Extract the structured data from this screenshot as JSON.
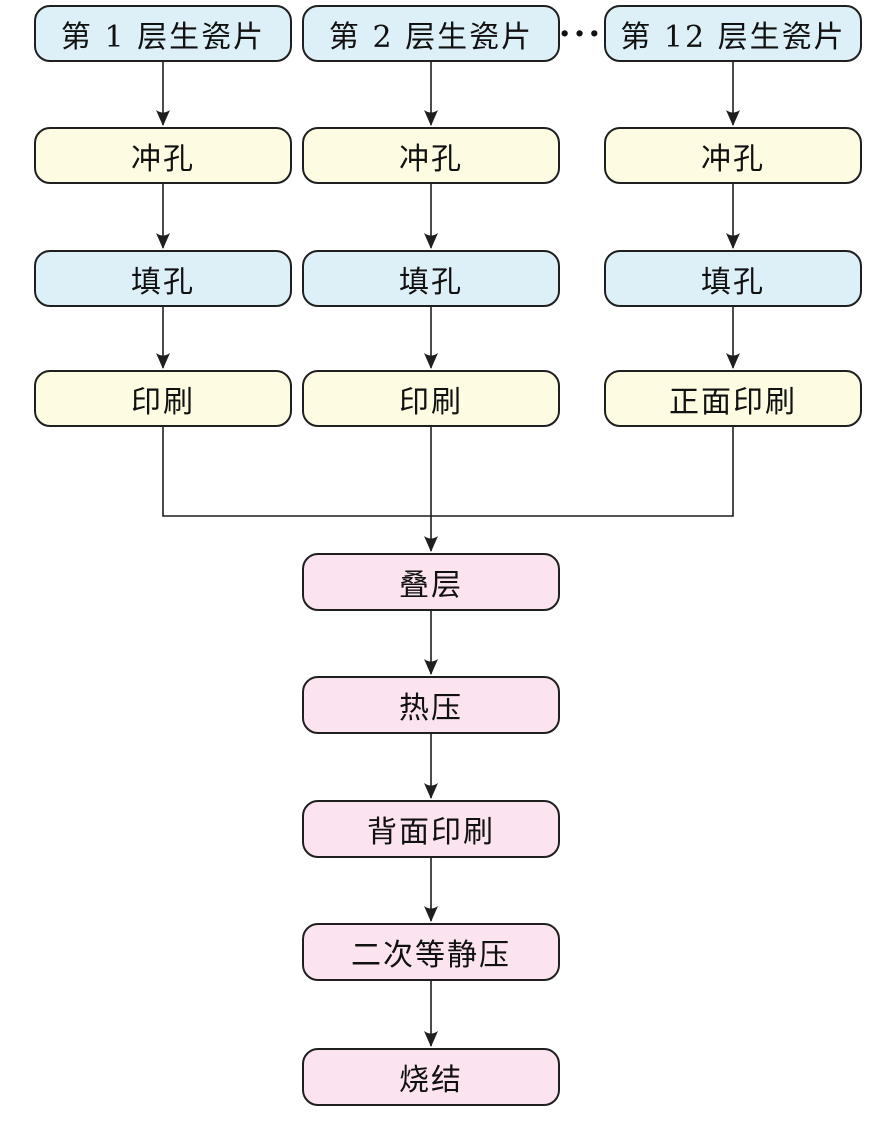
{
  "diagram": {
    "columns": [
      {
        "source": "第 1 层生瓷片",
        "steps": [
          "冲孔",
          "填孔",
          "印刷"
        ]
      },
      {
        "source": "第 2 层生瓷片",
        "steps": [
          "冲孔",
          "填孔",
          "印刷"
        ]
      },
      {
        "source": "第 12 层生瓷片",
        "steps": [
          "冲孔",
          "填孔",
          "正面印刷"
        ]
      }
    ],
    "ellipsis": "···",
    "chain": [
      "叠层",
      "热压",
      "背面印刷",
      "二次等静压",
      "烧结"
    ],
    "colors": {
      "blue_fill": "#ddf0f8",
      "yellow_fill": "#fdfce3",
      "pink_fill": "#fbe3ef",
      "border_color": "#1f1f1f",
      "line_color": "#1f1f1f"
    }
  }
}
